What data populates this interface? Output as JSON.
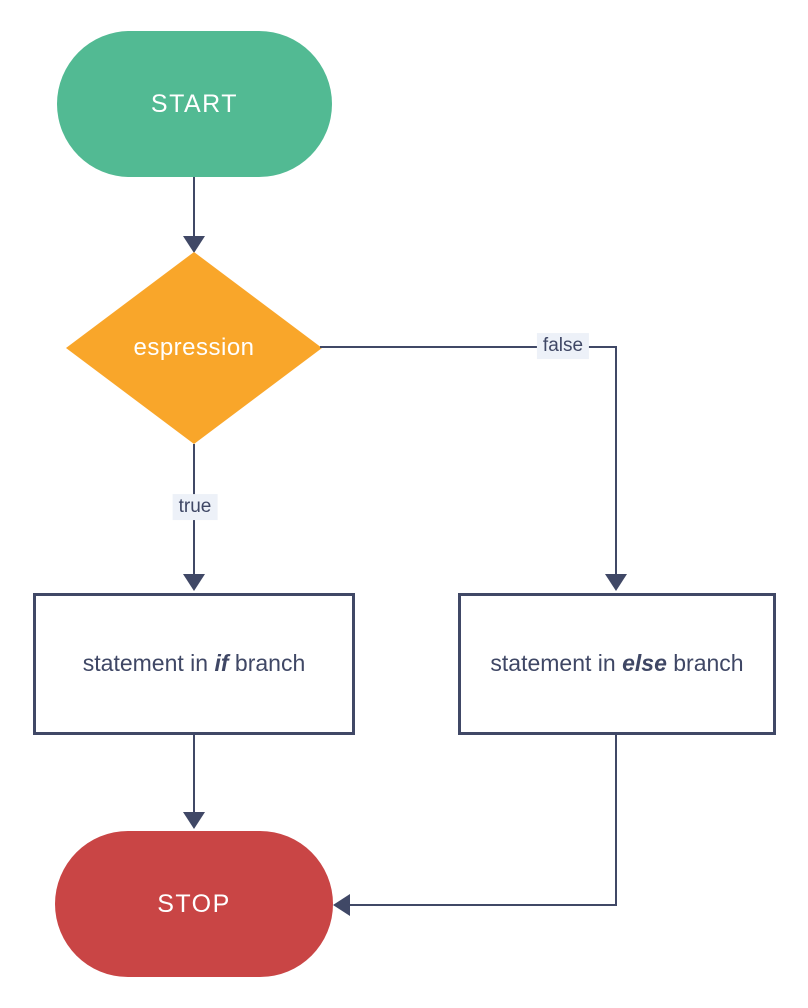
{
  "diagram": {
    "kind": "flowchart",
    "topic": "if-else statement control flow",
    "nodes": {
      "start": {
        "label": "START",
        "shape": "terminator",
        "fill": "#52BA93",
        "text_color": "#FFFFFF"
      },
      "decision": {
        "label": "espression",
        "shape": "diamond",
        "fill": "#F9A62A",
        "text_color": "#FFFFFF"
      },
      "if_branch": {
        "shape": "process",
        "text_prefix": "statement in ",
        "keyword": "if",
        "text_suffix": " branch",
        "fill": "#FFFFFF",
        "border_color": "#404866",
        "text_color": "#3F4765"
      },
      "else_branch": {
        "shape": "process",
        "text_prefix": "statement in ",
        "keyword": "else",
        "text_suffix": " branch",
        "fill": "#FFFFFF",
        "border_color": "#404866",
        "text_color": "#3F4765"
      },
      "stop": {
        "label": "STOP",
        "shape": "terminator",
        "fill": "#C94545",
        "text_color": "#FFFFFF"
      }
    },
    "edges": {
      "start_to_decision": {
        "from": "start",
        "to": "decision",
        "label": ""
      },
      "decision_true": {
        "from": "decision",
        "to": "if_branch",
        "label": "true"
      },
      "decision_false": {
        "from": "decision",
        "to": "else_branch",
        "label": "false"
      },
      "if_to_stop": {
        "from": "if_branch",
        "to": "stop",
        "label": ""
      },
      "else_to_stop": {
        "from": "else_branch",
        "to": "stop",
        "label": ""
      }
    },
    "colors": {
      "connector": "#404866",
      "edge_label_background": "#EDF1F8",
      "edge_label_text": "#3F4765",
      "canvas_background": "#FFFFFF"
    }
  }
}
